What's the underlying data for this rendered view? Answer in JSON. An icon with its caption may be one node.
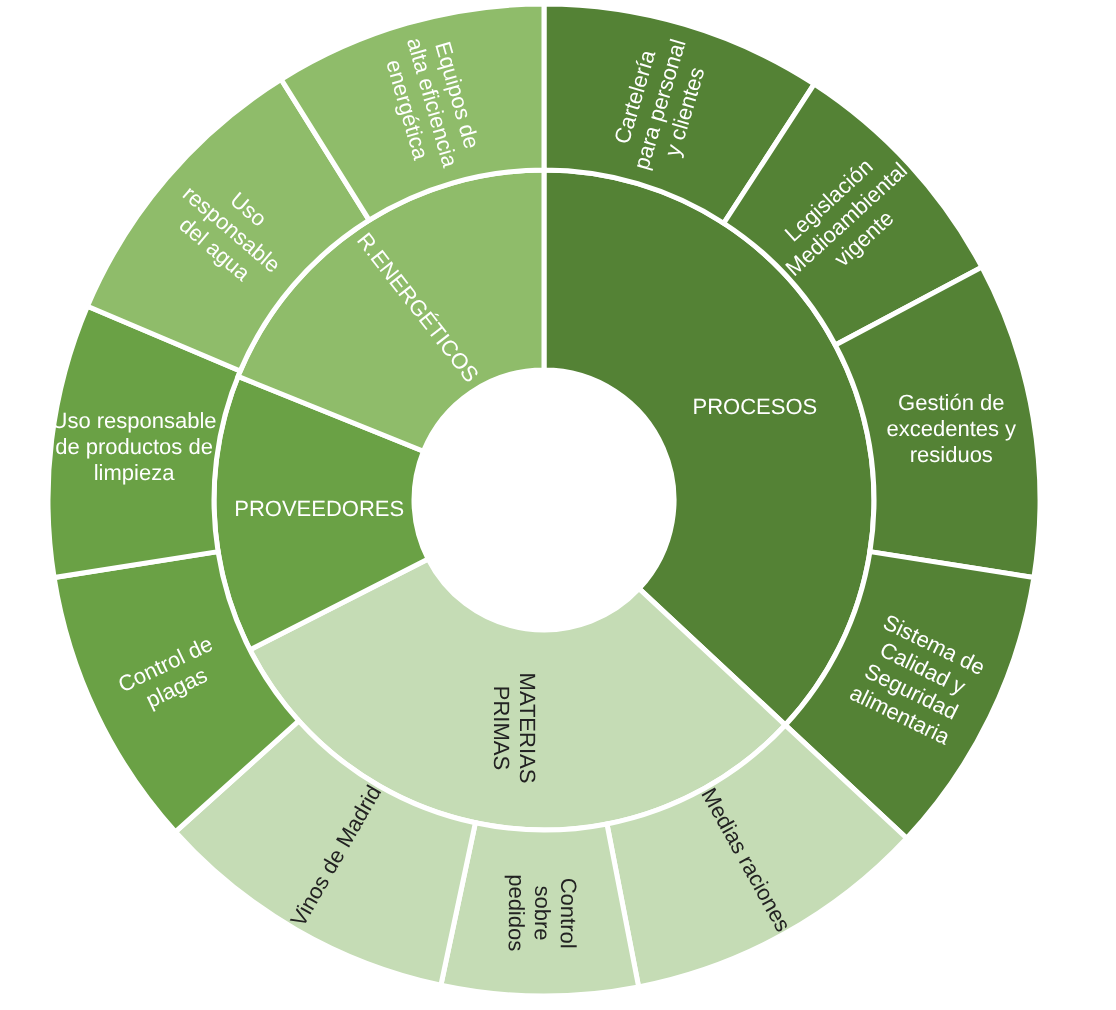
{
  "diagram": {
    "nodes": [
      {
        "text": [
          "PROCESOS"
        ]
      },
      {
        "text": [
          "Cartelería para personal y clientes"
        ]
      },
      {
        "text": [
          "Legislación Medioambiental vigente"
        ]
      },
      {
        "text": [
          "Gestión de excedentes y residuos"
        ]
      },
      {
        "text": [
          "Sistema de Calidad y Seguridad alimentaria"
        ]
      },
      {
        "text": [
          "MATERIAS PRIMAS"
        ]
      },
      {
        "text": [
          "Medias raciones"
        ]
      },
      {
        "text": [
          "Control sobre pedidos"
        ]
      },
      {
        "text": [
          "Vinos de Madrid"
        ]
      },
      {
        "text": [
          "PROVEEDORES"
        ]
      },
      {
        "text": [
          "Control de plagas"
        ]
      },
      {
        "text": [
          "Uso responsable de productos de limpieza"
        ]
      },
      {
        "text": [
          "R.ENERGÉTICOS"
        ]
      },
      {
        "text": [
          "Uso responsable del agua"
        ]
      },
      {
        "text": [
          "Equipos de alta eficiencia energética"
        ]
      }
    ]
  }
}
